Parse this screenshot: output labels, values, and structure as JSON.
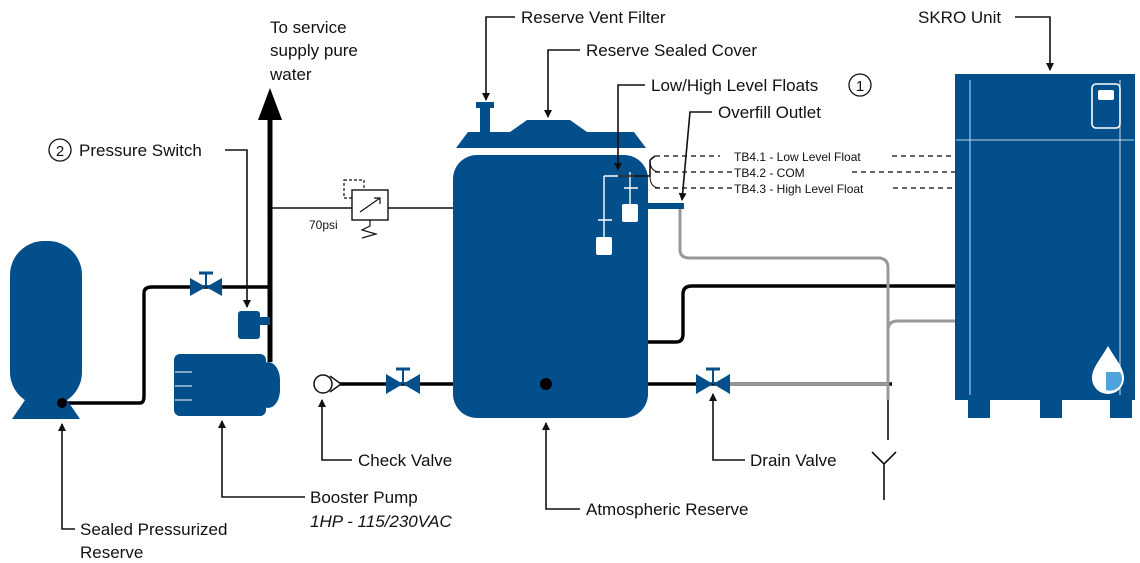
{
  "colors": {
    "equipment": "#034f8b",
    "pipe": "#000000",
    "drain_pipe": "#999999",
    "label": "#111111"
  },
  "labels": {
    "service_line1": "To service",
    "service_line2": "supply pure",
    "service_line3": "water",
    "vent_filter": "Reserve Vent Filter",
    "sealed_cover": "Reserve Sealed Cover",
    "skro_unit": "SKRO Unit",
    "level_floats": "Low/High Level Floats",
    "level_floats_num": "1",
    "overfill_outlet": "Overfill Outlet",
    "pressure_switch": "Pressure Switch",
    "pressure_switch_num": "2",
    "tb41": "TB4.1 - Low Level Float",
    "tb42": "TB4.2 - COM",
    "tb43": "TB4.3 - High Level Float",
    "psi": "70psi",
    "check_valve": "Check Valve",
    "drain_valve": "Drain Valve",
    "booster_pump": "Booster Pump",
    "booster_pump_spec": "1HP - 115/230VAC",
    "atmospheric_reserve": "Atmospheric Reserve",
    "sealed_reserve_line1": "Sealed Pressurized",
    "sealed_reserve_line2": "Reserve"
  }
}
